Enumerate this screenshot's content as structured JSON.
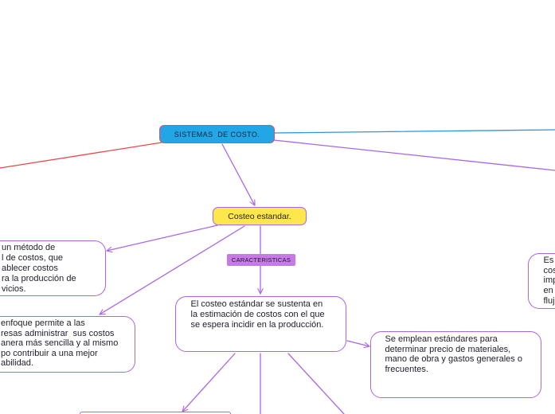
{
  "mindmap": {
    "root": {
      "label": "SISTEMAS  DE COSTO."
    },
    "costeo_estandar": {
      "label": "Costeo estandar."
    },
    "caracteristicas_label": "CARACTERISTICAS",
    "left_box_top": {
      "lines": [
        "un método de",
        "l de costos, que",
        "ablecer costos",
        "ra la producción de",
        "vicios."
      ]
    },
    "left_box_bottom": {
      "lines": [
        "enfoque permite a las",
        "resas administrar  sus costos",
        "anera más sencilla y al mismo",
        "po contribuir a una mejor",
        "abilidad."
      ]
    },
    "center_box": {
      "lines": [
        "El costeo estándar se sustenta en",
        "la estimación de costos con el que",
        "se espera incidir en la producción."
      ]
    },
    "right_box": {
      "lines": [
        "Se emplean estándares para",
        "determinar precio de materiales,",
        "mano de obra y gastos generales o",
        "frecuentes."
      ]
    },
    "far_right_box": {
      "lines": [
        "Es",
        "cos",
        "imp",
        "en",
        "fluj"
      ]
    }
  },
  "colors": {
    "root_fill": "#22a6e6",
    "root_border": "#d9506e",
    "costeo_fill": "#fde74c",
    "accent_purple": "#a966e6",
    "label_fill": "#c77ae6",
    "line_red": "#e6494c",
    "line_blue": "#2b96e3"
  }
}
